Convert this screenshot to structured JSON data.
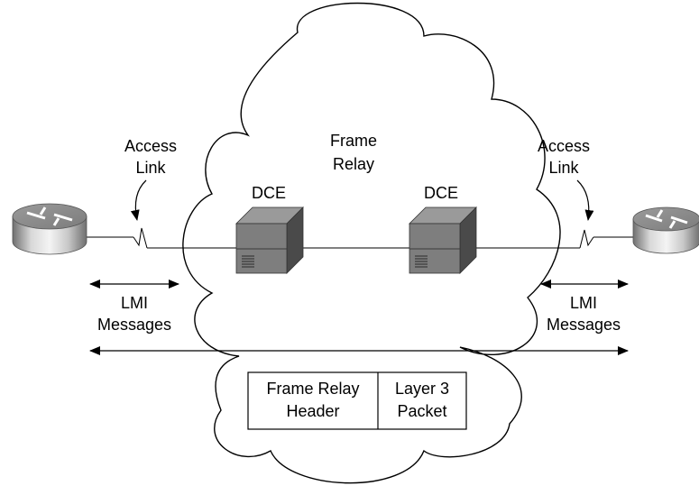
{
  "cloud": {
    "label_line1": "Frame",
    "label_line2": "Relay"
  },
  "left": {
    "access_link_line1": "Access",
    "access_link_line2": "Link",
    "dce_label": "DCE",
    "lmi_line1": "LMI",
    "lmi_line2": "Messages"
  },
  "right": {
    "access_link_line1": "Access",
    "access_link_line2": "Link",
    "dce_label": "DCE",
    "lmi_line1": "LMI",
    "lmi_line2": "Messages"
  },
  "frame": {
    "header_line1": "Frame Relay",
    "header_line2": "Header",
    "packet_line1": "Layer 3",
    "packet_line2": "Packet"
  }
}
